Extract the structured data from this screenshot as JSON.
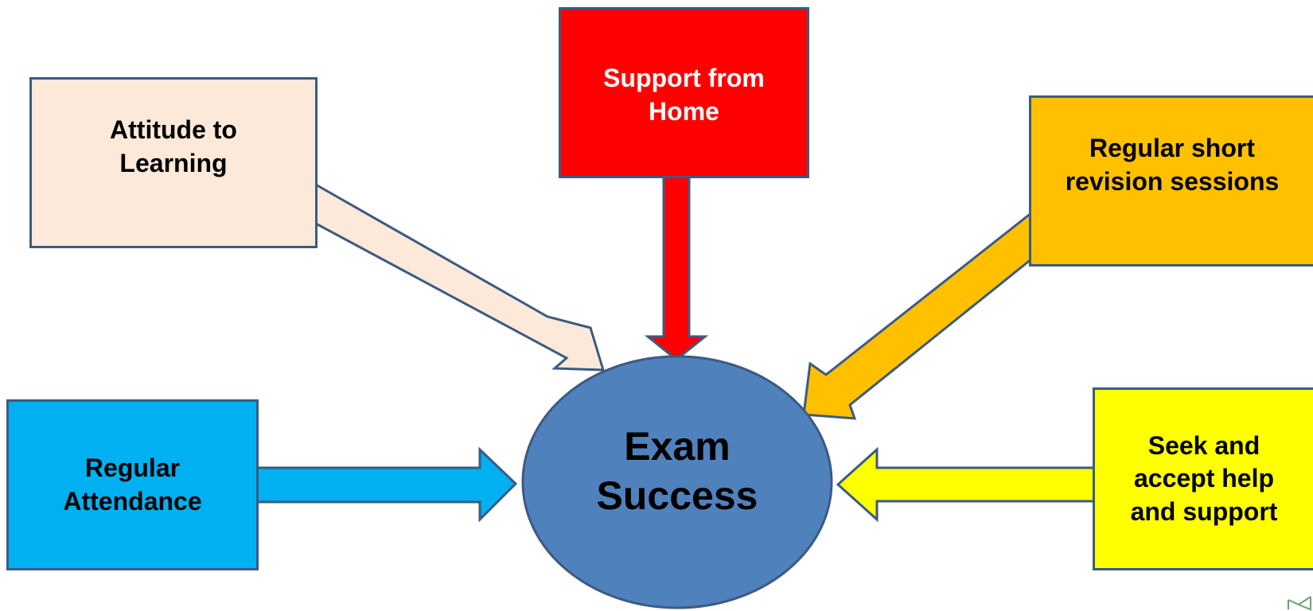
{
  "center": {
    "label": "Exam\nSuccess",
    "fill": "#4f81bd",
    "border": "#3c5a82"
  },
  "factors": {
    "attitude": {
      "label": "Attitude to\nLearning",
      "fill": "#fde9d9",
      "text_color": "#000000"
    },
    "home": {
      "label": "Support from\nHome",
      "fill": "#ff0000",
      "text_color": "#ffffff"
    },
    "revision": {
      "label": "Regular short\nrevision sessions",
      "fill": "#ffc000",
      "text_color": "#000000"
    },
    "attendance": {
      "label": "Regular\nAttendance",
      "fill": "#00b0f0",
      "text_color": "#000000"
    },
    "seek": {
      "label": "Seek and\naccept help\nand support",
      "fill": "#ffff00",
      "text_color": "#000000"
    }
  },
  "decorations": {
    "corner_icon": "ribbon-icon"
  }
}
